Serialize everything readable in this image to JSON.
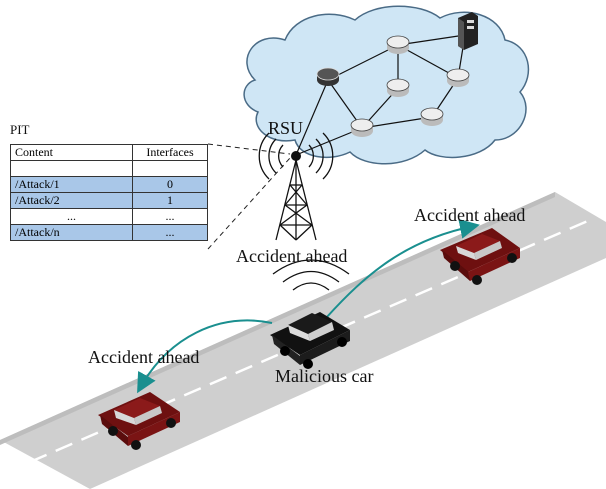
{
  "rsu_label": "RSU",
  "pit": {
    "title": "PIT",
    "headers": [
      "Content",
      "Interfaces"
    ],
    "rows": [
      {
        "content": "",
        "iface": "",
        "highlight": false
      },
      {
        "content": "/Attack/1",
        "iface": "0",
        "highlight": true
      },
      {
        "content": "/Attack/2",
        "iface": "1",
        "highlight": true
      },
      {
        "content": "...",
        "iface": "...",
        "highlight": false
      },
      {
        "content": "/Attack/n",
        "iface": "...",
        "highlight": true
      }
    ]
  },
  "labels": {
    "msg_tower": "Accident ahead",
    "msg_right": "Accident ahead",
    "msg_left": "Accident ahead",
    "malicious": "Malicious car"
  },
  "colors": {
    "cloud_fill": "#cfe6f5",
    "cloud_stroke": "#4a6b86",
    "road": "#cfcfcf",
    "car_normal": "#8b1a1a",
    "car_malicious": "#1a1a1a",
    "arrow": "#1a8f8f",
    "pit_highlight": "#a9c7e8"
  }
}
